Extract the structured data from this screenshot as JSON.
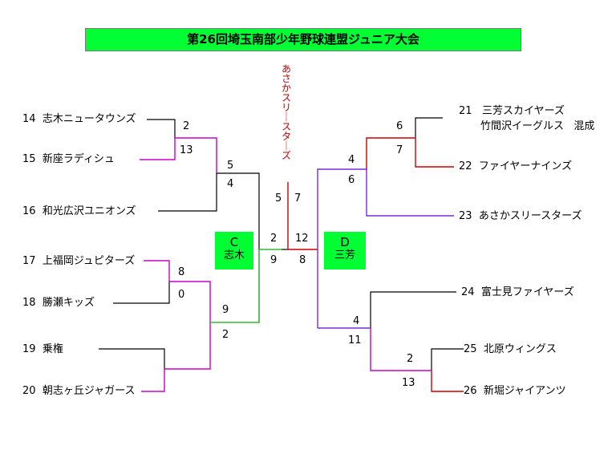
{
  "title": "第26回埼玉南部少年野球連盟ジュニア大会",
  "champion": "あさかスリースターズ",
  "colors": {
    "title_bg": "#00ff33",
    "box_bg": "#00ff33",
    "win_magenta": "#cc00cc",
    "win_green": "#33bb33",
    "win_red": "#cc0000",
    "win_purple": "#7a2bd6",
    "lose": "#000000"
  },
  "teams": [
    {
      "num": "14",
      "name": "志木ニュータウンズ"
    },
    {
      "num": "15",
      "name": "新座ラディシュ"
    },
    {
      "num": "16",
      "name": "和光広沢ユニオンズ"
    },
    {
      "num": "17",
      "name": "上福岡ジュピターズ"
    },
    {
      "num": "18",
      "name": "勝瀬キッズ"
    },
    {
      "num": "19",
      "name": "乗権"
    },
    {
      "num": "20",
      "name": "朝志ヶ丘ジャガース"
    },
    {
      "num": "21",
      "name": "三芳スカイヤーズ",
      "name2": "竹間沢イーグルス",
      "note": "混成"
    },
    {
      "num": "22",
      "name": "ファイヤーナインズ"
    },
    {
      "num": "23",
      "name": "あさかスリースターズ"
    },
    {
      "num": "24",
      "name": "富士見ファイヤーズ"
    },
    {
      "num": "25",
      "name": "北原ウィングス"
    },
    {
      "num": "26",
      "name": "新堀ジャイアンツ"
    }
  ],
  "blocks": [
    {
      "label": "C",
      "winner": "志木"
    },
    {
      "label": "D",
      "winner": "三芳"
    }
  ],
  "scores": {
    "m14_15": [
      "2",
      "13"
    ],
    "m1516": [
      "5",
      "4"
    ],
    "m17_18": [
      "8",
      "0"
    ],
    "m19_20": [
      "9",
      "2"
    ],
    "cd_left": [
      "2",
      "9"
    ],
    "cd_right": [
      "12",
      "8"
    ],
    "final": [
      "5",
      "7"
    ],
    "m21_22": [
      "6",
      "7"
    ],
    "m22_23": [
      "4",
      "6"
    ],
    "m25_26": [
      "2",
      "13"
    ],
    "m24_26": [
      "4",
      "11"
    ]
  }
}
